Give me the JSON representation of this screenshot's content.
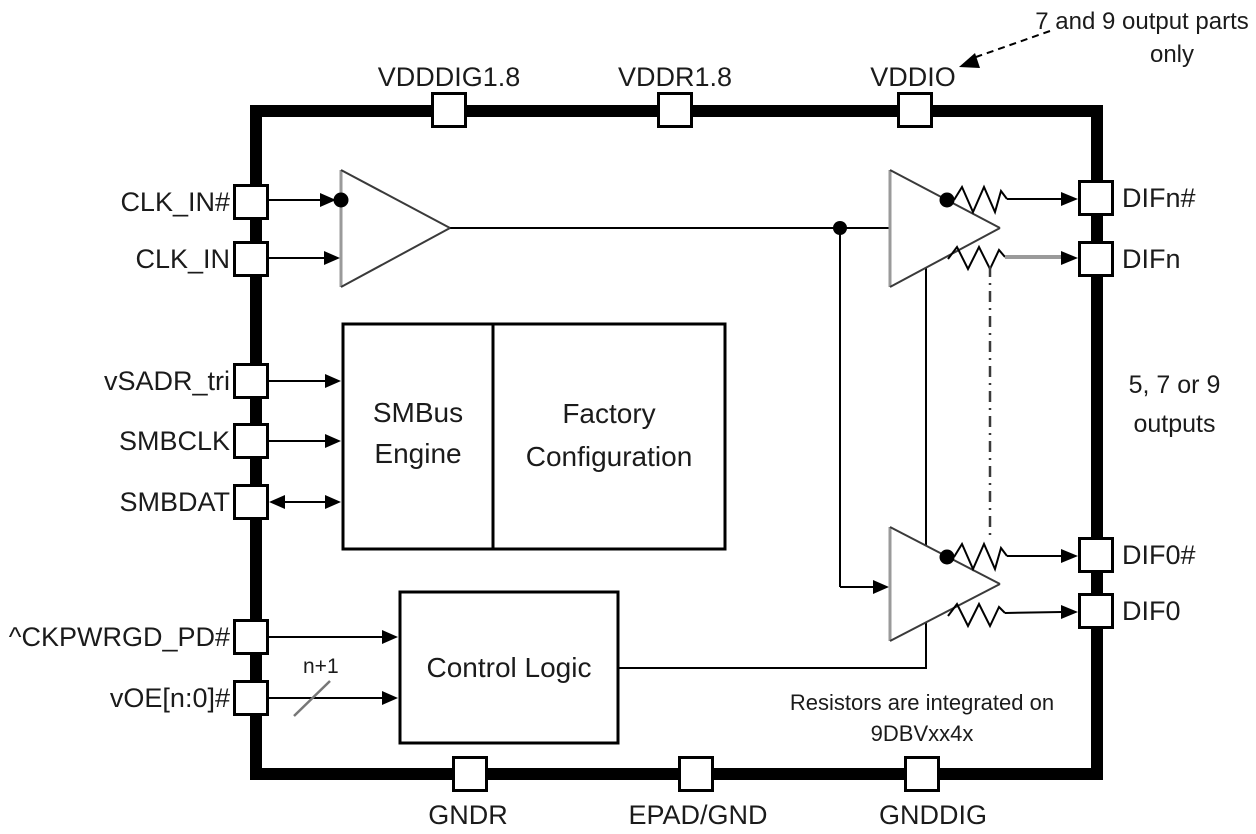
{
  "figure": {
    "annotation_top_right": {
      "line1": "7 and 9 output parts",
      "line2": "only"
    },
    "power_pins": [
      {
        "label": "VDDDIG1.8"
      },
      {
        "label": "VDDR1.8"
      },
      {
        "label": "VDDIO"
      }
    ],
    "left_pins": [
      {
        "label": "CLK_IN#"
      },
      {
        "label": "CLK_IN"
      },
      {
        "label": "vSADR_tri"
      },
      {
        "label": "SMBCLK"
      },
      {
        "label": "SMBDAT"
      },
      {
        "label": "^CKPWRGD_PD#"
      },
      {
        "label": "vOE[n:0]#"
      }
    ],
    "right_pins": [
      {
        "label": "DIFn#"
      },
      {
        "label": "DIFn"
      },
      {
        "label": "DIF0#"
      },
      {
        "label": "DIF0"
      }
    ],
    "ground_pins": [
      {
        "label": "GNDR"
      },
      {
        "label": "EPAD/GND"
      },
      {
        "label": "GNDDIG"
      }
    ],
    "blocks": {
      "smbus_engine": {
        "line1": "SMBus",
        "line2": "Engine"
      },
      "factory_config": {
        "line1": "Factory",
        "line2": "Configuration"
      },
      "control_logic": {
        "label": "Control Logic"
      }
    },
    "bus_width_label": "n+1",
    "outputs_note": {
      "line1": "5, 7 or 9",
      "line2": "outputs"
    },
    "resistor_note": {
      "line1": "Resistors are integrated on",
      "line2": "9DBVxx4x"
    },
    "colors": {
      "line": "#000000",
      "gray_line": "#9a9a9a",
      "text": "#1b1b1b",
      "background": "#ffffff"
    }
  }
}
